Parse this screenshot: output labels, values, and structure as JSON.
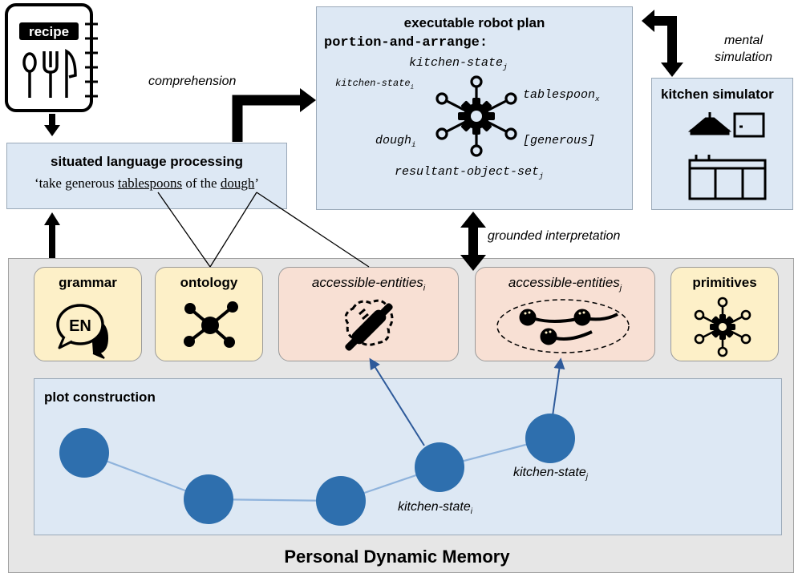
{
  "recipe": {
    "label": "recipe"
  },
  "situated": {
    "title": "situated language processing",
    "quote_open": "‘take generous ",
    "word_tablespoons": "tablespoons",
    "quote_mid": " of the ",
    "word_dough": "dough",
    "quote_close": "’"
  },
  "comprehension_label": "comprehension",
  "plan": {
    "title": "executable robot plan",
    "code": "portion-and-arrange:",
    "nodes": {
      "top": {
        "text": "kitchen-state",
        "sub": "j"
      },
      "top_left": {
        "text": "kitchen-state",
        "sub": "i"
      },
      "right": {
        "text": "tablespoon",
        "sub": "x"
      },
      "left": {
        "text": "dough",
        "sub": "i"
      },
      "right_low": {
        "text": "[generous]"
      },
      "bottom": {
        "text": "resultant-object-set",
        "sub": "j"
      }
    }
  },
  "mental_simulation_label": "mental\nsimulation",
  "simulator": {
    "title": "kitchen simulator"
  },
  "grounded_label": "grounded interpretation",
  "memory": {
    "title": "Personal Dynamic Memory",
    "modules": {
      "grammar": {
        "label": "grammar",
        "icon_text": "EN"
      },
      "ontology": {
        "label": "ontology"
      },
      "accessible_i": {
        "text": "accessible-entities",
        "sub": "i"
      },
      "accessible_j": {
        "text": "accessible-entities",
        "sub": "j"
      },
      "primitives": {
        "label": "primitives"
      }
    },
    "plot": {
      "title": "plot construction",
      "state_i": {
        "text": "kitchen-state",
        "sub": "i"
      },
      "state_j": {
        "text": "kitchen-state",
        "sub": "j"
      }
    }
  },
  "colors": {
    "blue_box": "#dde8f4",
    "yellow_box": "#fdf0c8",
    "pink_box": "#f8e0d4",
    "memory_bg": "#e6e6e6",
    "node_blue": "#2e6fae",
    "edge_blue": "#8fb3dc"
  }
}
